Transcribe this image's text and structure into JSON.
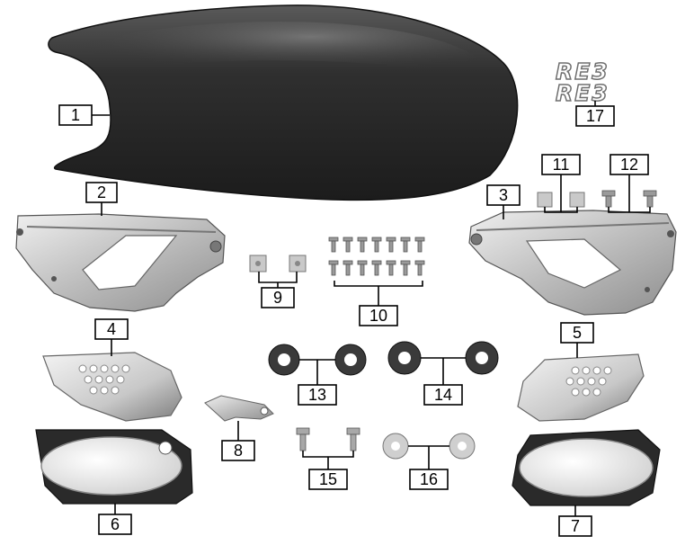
{
  "diagram": {
    "callouts": [
      "1",
      "2",
      "3",
      "4",
      "5",
      "6",
      "7",
      "8",
      "9",
      "10",
      "11",
      "12",
      "13",
      "14",
      "15",
      "16",
      "17"
    ],
    "decal_text": [
      "RE3",
      "RE3"
    ]
  },
  "colors": {
    "seat": "#2d2d2d",
    "metal_light": "#d8d8d8",
    "metal_dark": "#8a8a8a",
    "rubber": "#3a3a3a",
    "outline": "#000000"
  }
}
